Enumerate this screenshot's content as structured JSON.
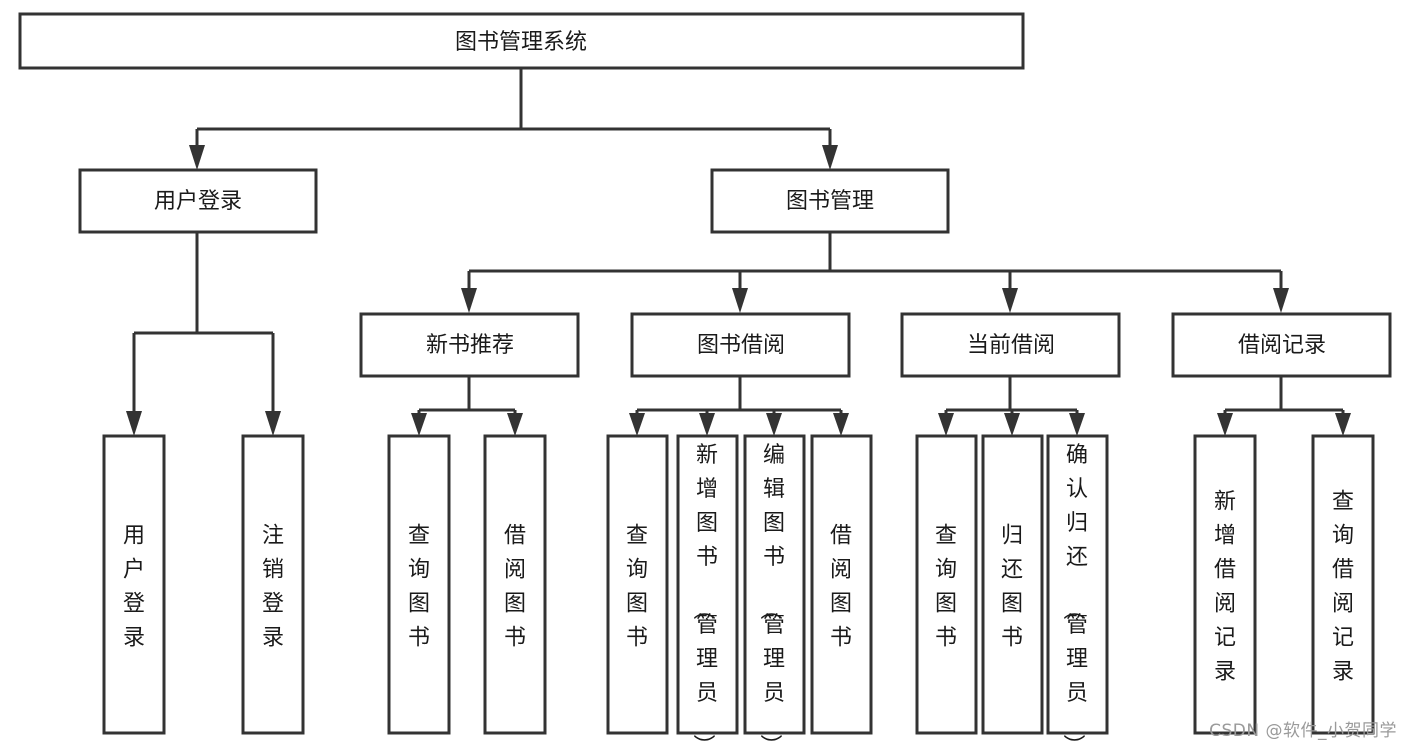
{
  "diagram": {
    "type": "tree-hierarchy",
    "title": "图书管理系统",
    "watermark": "CSDN @软件_小贺同学",
    "colors": {
      "box_stroke": "#333333",
      "box_fill": "#ffffff",
      "text": "#1a1a1a",
      "background": "#ffffff",
      "watermark": "#9a9a9a"
    },
    "levels": [
      {
        "level": 0,
        "nodes": [
          {
            "id": "root",
            "label": "图书管理系统",
            "orientation": "horizontal"
          }
        ]
      },
      {
        "level": 1,
        "nodes": [
          {
            "id": "user-login",
            "label": "用户登录",
            "orientation": "horizontal",
            "parent": "root"
          },
          {
            "id": "book-manage",
            "label": "图书管理",
            "orientation": "horizontal",
            "parent": "root"
          }
        ]
      },
      {
        "level": 2,
        "nodes": [
          {
            "id": "new-book-rec",
            "label": "新书推荐",
            "orientation": "horizontal",
            "parent": "book-manage"
          },
          {
            "id": "book-borrow",
            "label": "图书借阅",
            "orientation": "horizontal",
            "parent": "book-manage"
          },
          {
            "id": "current-borrow",
            "label": "当前借阅",
            "orientation": "horizontal",
            "parent": "book-manage"
          },
          {
            "id": "borrow-record",
            "label": "借阅记录",
            "orientation": "horizontal",
            "parent": "book-manage"
          }
        ]
      },
      {
        "level": 3,
        "nodes": [
          {
            "id": "leaf-user-login",
            "label": "用户登录",
            "orientation": "vertical",
            "parent": "user-login",
            "align": "middle"
          },
          {
            "id": "leaf-logout",
            "label": "注销登录",
            "orientation": "vertical",
            "parent": "user-login",
            "align": "middle"
          },
          {
            "id": "leaf-query-book-1",
            "label": "查询图书",
            "orientation": "vertical",
            "parent": "new-book-rec",
            "align": "middle"
          },
          {
            "id": "leaf-borrow-book-1",
            "label": "借阅图书",
            "orientation": "vertical",
            "parent": "new-book-rec",
            "align": "middle"
          },
          {
            "id": "leaf-query-book-2",
            "label": "查询图书",
            "orientation": "vertical",
            "parent": "book-borrow",
            "align": "middle"
          },
          {
            "id": "leaf-add-book",
            "label": "新增图书（管理员）",
            "orientation": "vertical",
            "parent": "book-borrow",
            "align": "top"
          },
          {
            "id": "leaf-edit-book",
            "label": "编辑图书（管理员）",
            "orientation": "vertical",
            "parent": "book-borrow",
            "align": "top"
          },
          {
            "id": "leaf-borrow-book-2",
            "label": "借阅图书",
            "orientation": "vertical",
            "parent": "book-borrow",
            "align": "middle"
          },
          {
            "id": "leaf-query-book-3",
            "label": "查询图书",
            "orientation": "vertical",
            "parent": "current-borrow",
            "align": "middle"
          },
          {
            "id": "leaf-return-book",
            "label": "归还图书",
            "orientation": "vertical",
            "parent": "current-borrow",
            "align": "middle"
          },
          {
            "id": "leaf-confirm-return",
            "label": "确认归还（管理员）",
            "orientation": "vertical",
            "parent": "current-borrow",
            "align": "top"
          },
          {
            "id": "leaf-add-record",
            "label": "新增借阅记录",
            "orientation": "vertical",
            "parent": "borrow-record",
            "align": "middle"
          },
          {
            "id": "leaf-query-record",
            "label": "查询借阅记录",
            "orientation": "vertical",
            "parent": "borrow-record",
            "align": "middle"
          }
        ]
      }
    ]
  }
}
